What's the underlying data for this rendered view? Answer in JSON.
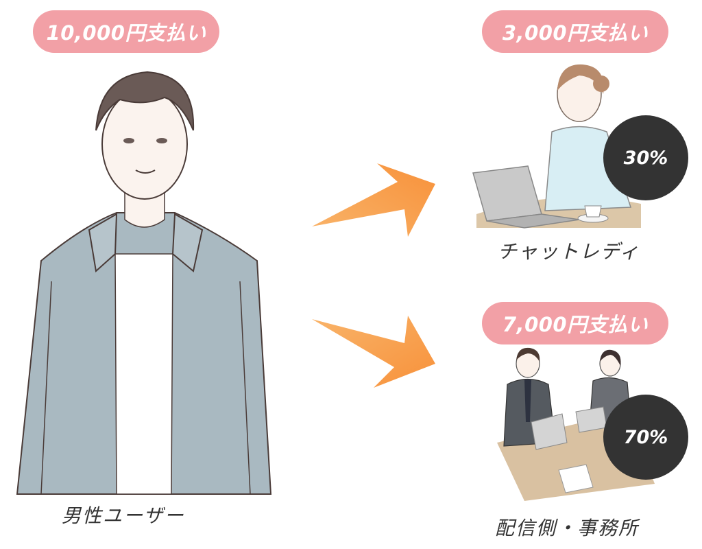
{
  "man": {
    "pay_label": "10,000円支払い",
    "caption": "男性ユーザー"
  },
  "chat_lady": {
    "pay_label": "3,000円支払い",
    "share": "30%",
    "caption": "チャットレディ"
  },
  "agency": {
    "pay_label": "7,000円支払い",
    "share": "70%",
    "caption": "配信側・事務所"
  },
  "colors": {
    "pill": "#f2a0a6",
    "badge": "#333333",
    "arrow": "#f7913a",
    "jacket": "#a9b9c1"
  }
}
